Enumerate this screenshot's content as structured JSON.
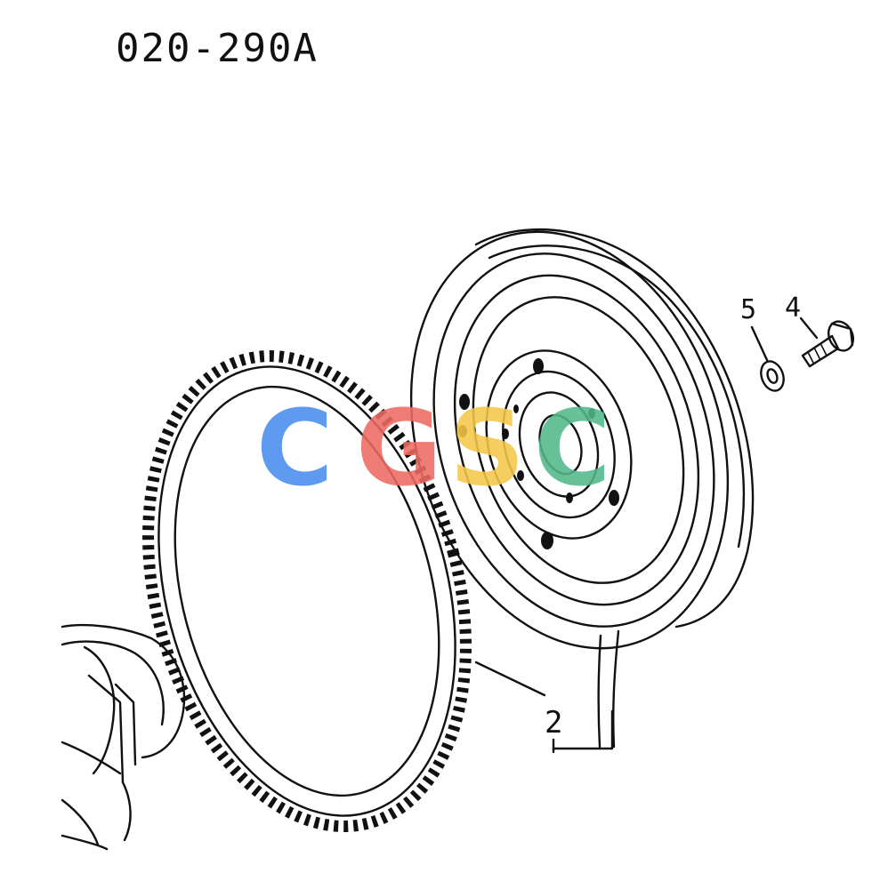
{
  "diagram": {
    "code": "020-290A",
    "callouts": [
      {
        "id": "callout-2",
        "text": "2"
      },
      {
        "id": "callout-4",
        "text": "4"
      },
      {
        "id": "callout-5",
        "text": "5"
      }
    ]
  },
  "watermark": {
    "letters": [
      "C",
      "G",
      "S",
      "C"
    ],
    "colors": [
      "#4a8df0",
      "#ee6a64",
      "#f5c84a",
      "#52b88a"
    ]
  }
}
